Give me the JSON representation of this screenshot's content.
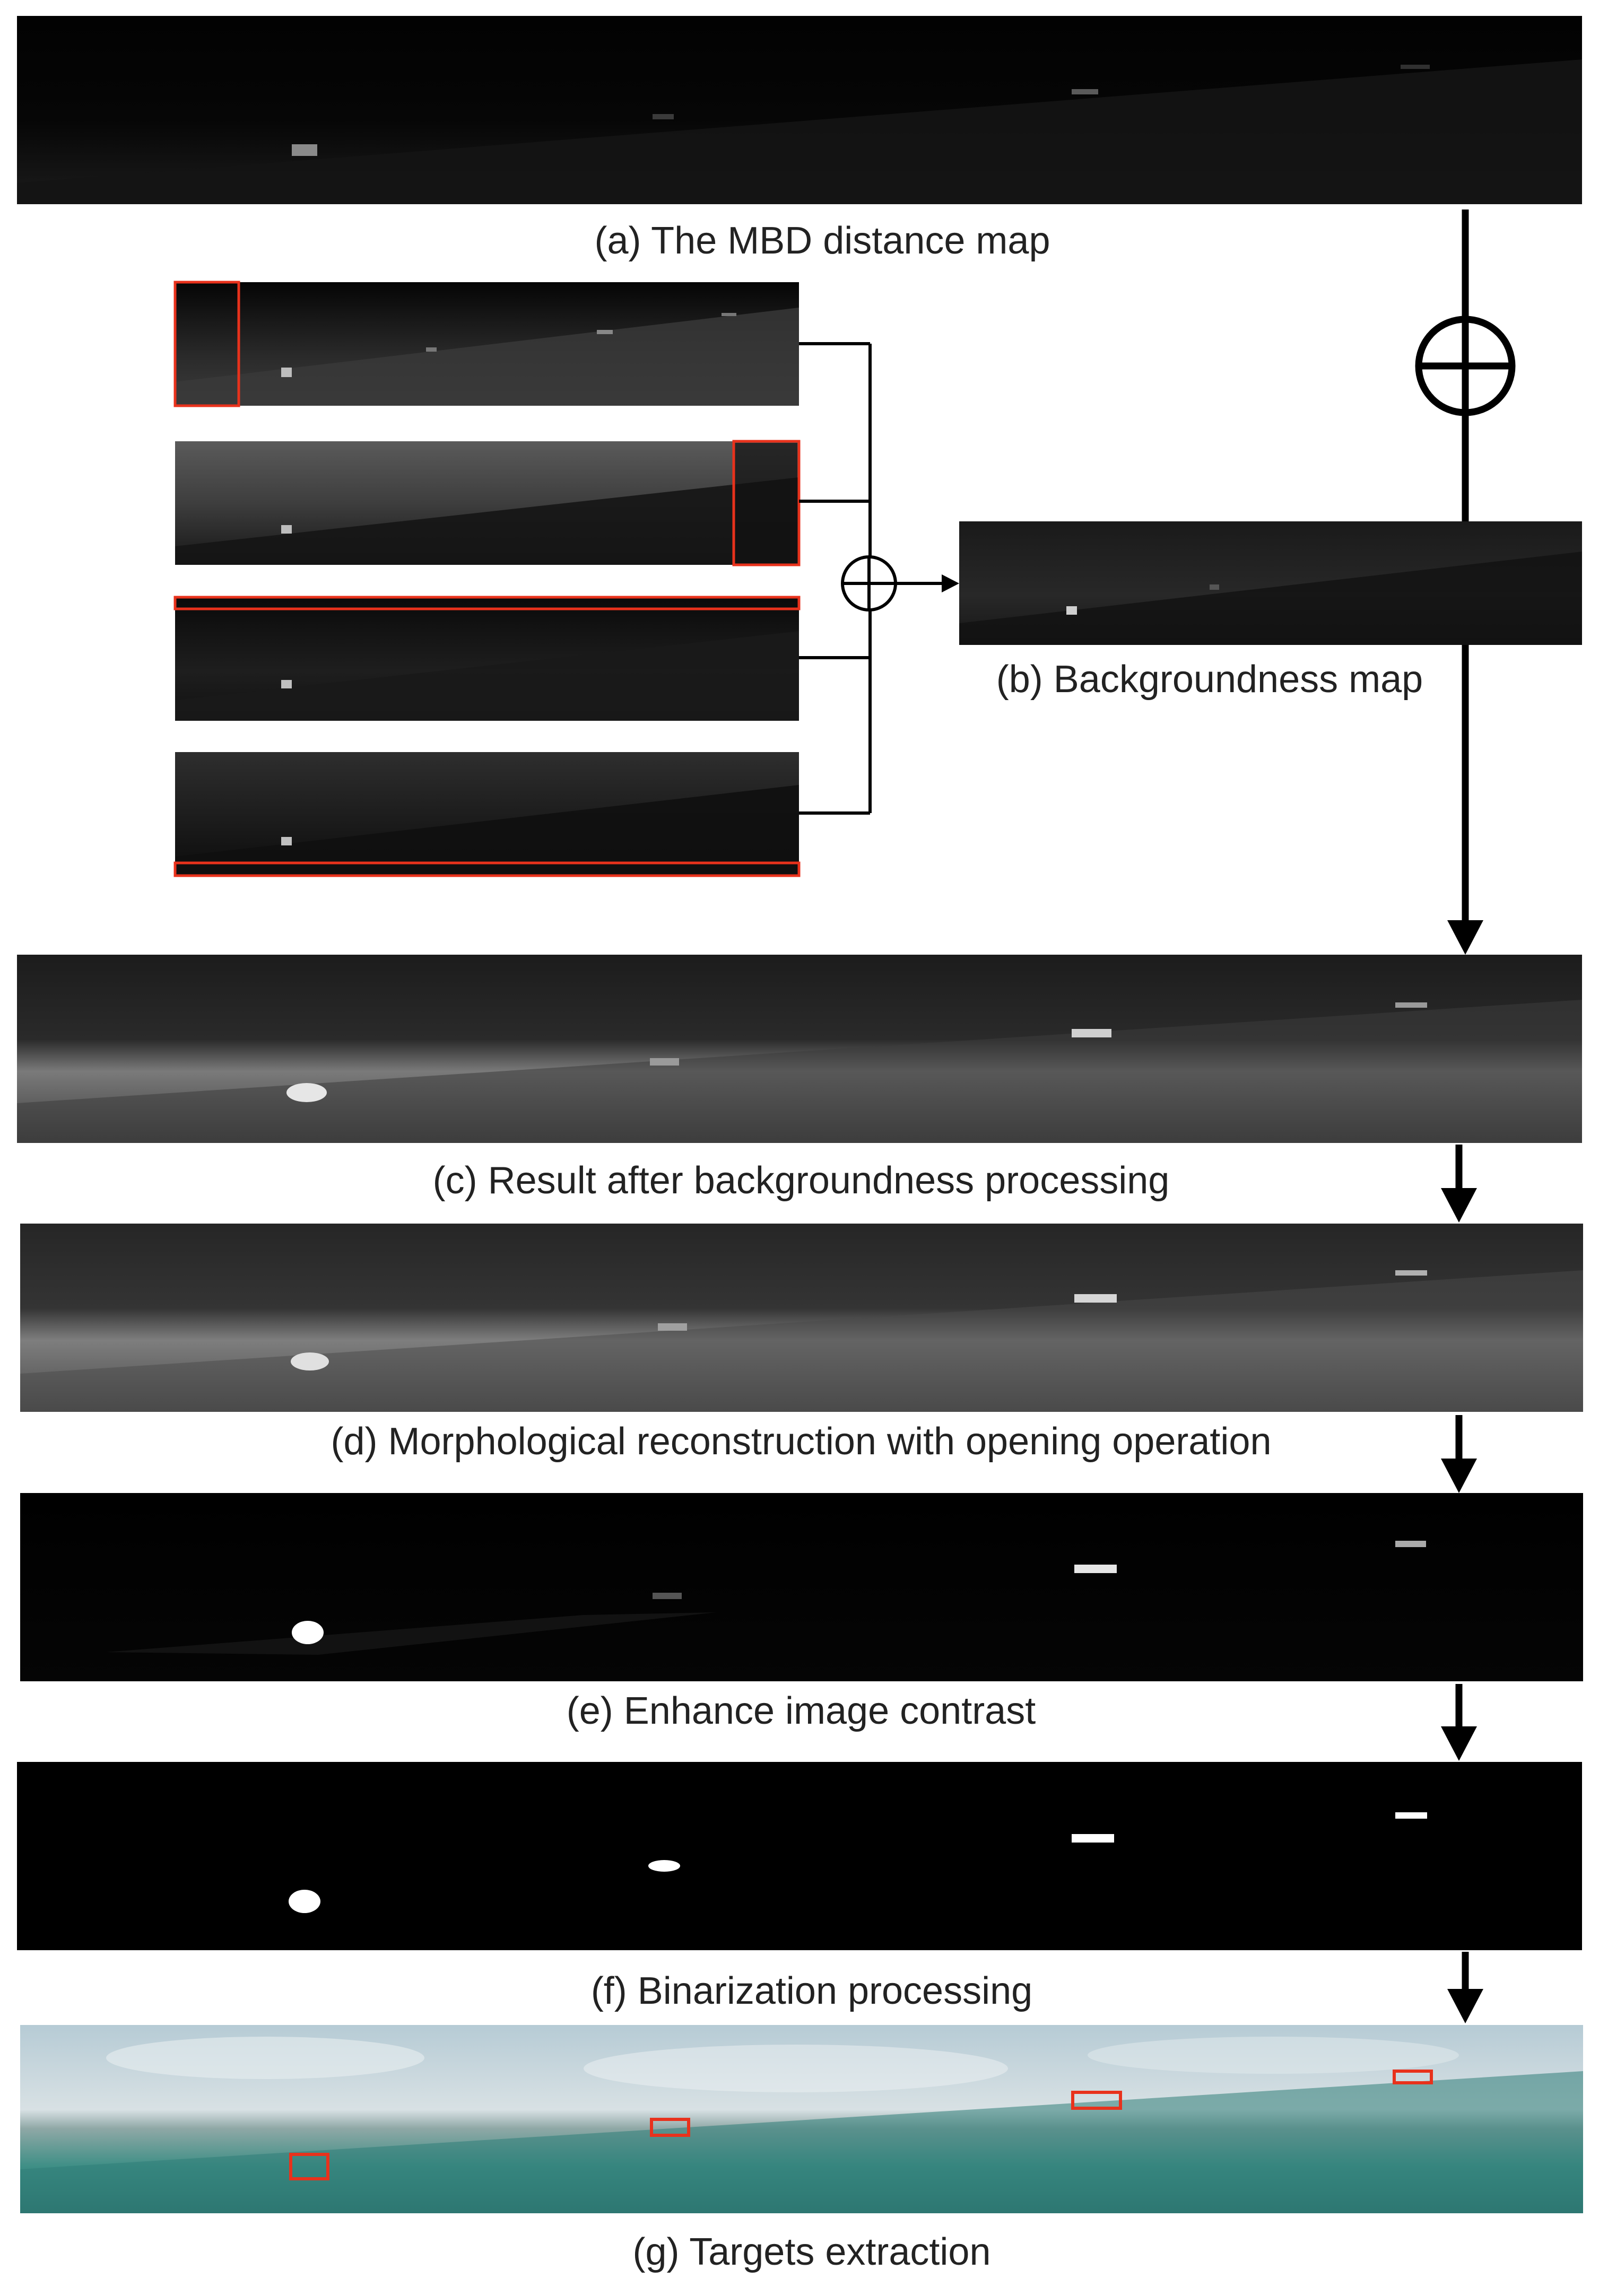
{
  "panels": {
    "a": {
      "caption": "(a) The MBD distance map"
    },
    "b": {
      "caption": "(b) Backgroundness map"
    },
    "c": {
      "caption": "(c) Result after backgroundness processing"
    },
    "d": {
      "caption": "(d) Morphological reconstruction with opening operation"
    },
    "e": {
      "caption": "(e) Enhance image contrast"
    },
    "f": {
      "caption": "(f) Binarization processing"
    },
    "g": {
      "caption": "(g) Targets extraction"
    }
  },
  "colors": {
    "box": "#e8321c",
    "arrow": "#000000",
    "caption": "#222222"
  },
  "icons": [
    "direct-sum-icon",
    "arrow-down-icon",
    "arrow-right-icon"
  ]
}
